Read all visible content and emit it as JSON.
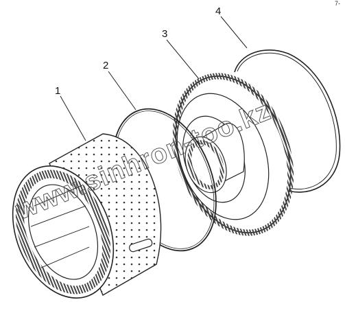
{
  "diagram": {
    "callouts": [
      {
        "id": "1",
        "label": "1"
      },
      {
        "id": "2",
        "label": "2"
      },
      {
        "id": "3",
        "label": "3"
      },
      {
        "id": "4",
        "label": "4"
      }
    ],
    "corner_mark": "7-",
    "watermark": "www.sinhron-too.kz"
  },
  "colors": {
    "line": "#222222",
    "background": "#ffffff"
  }
}
